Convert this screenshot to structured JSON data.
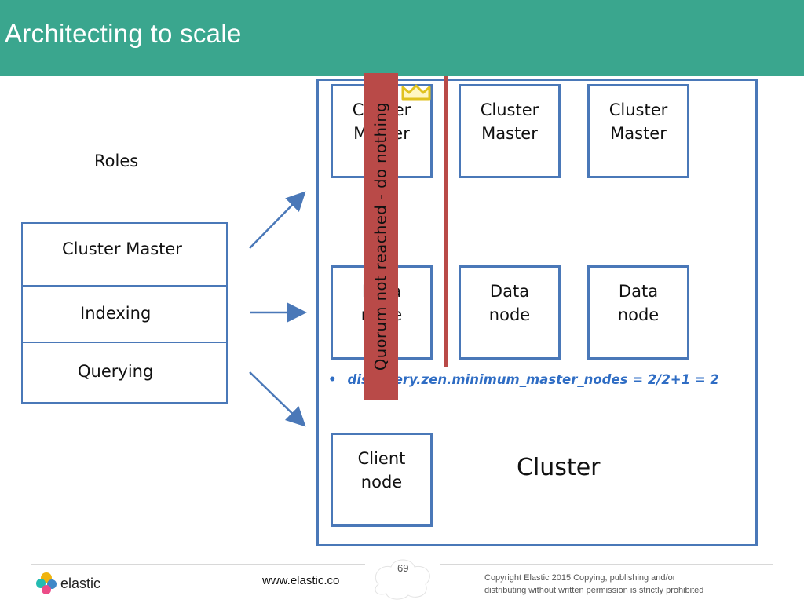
{
  "slide": {
    "title": "Architecting to scale",
    "page_number": "69",
    "url": "www.elastic.co",
    "logo_text": "elastic",
    "copyright_line1": "Copyright Elastic 2015 Copying, publishing and/or",
    "copyright_line2": "distributing without written permission is strictly prohibited"
  },
  "roles": {
    "label": "Roles",
    "items": [
      "Cluster Master",
      "Indexing",
      "Querying"
    ]
  },
  "cluster": {
    "label": "Cluster",
    "masters": [
      {
        "line1": "Cluster",
        "line2": "Master"
      },
      {
        "line1": "Cluster",
        "line2": "Master"
      },
      {
        "line1": "Cluster",
        "line2": "Master"
      }
    ],
    "data_nodes": [
      {
        "line1": "Data",
        "line2": "node"
      },
      {
        "line1": "Data",
        "line2": "node"
      },
      {
        "line1": "Data",
        "line2": "node"
      }
    ],
    "client": {
      "line1": "Client",
      "line2": "node"
    },
    "setting": "discovery.zen.minimum_master_nodes = 2/2+1 = 2"
  },
  "overlay": {
    "quorum_text": "Quorum not reached - do nothing"
  },
  "colors": {
    "header": "#3aa68e",
    "box_border": "#4a78b8",
    "partition": "#b94a48",
    "setting_text": "#2f6dc4",
    "crown": "#e0c21e"
  }
}
